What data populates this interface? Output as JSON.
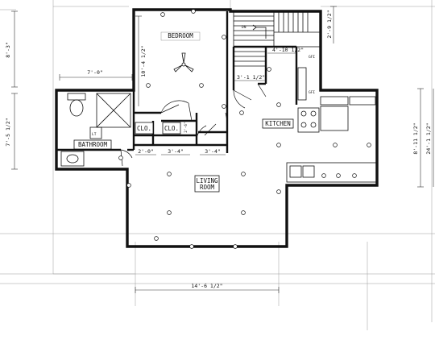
{
  "rooms": {
    "bedroom": "BEDROOM",
    "bathroom": "BATHROOM",
    "kitchen": "KITCHEN",
    "living_line1": "LIVING",
    "living_line2": "ROOM",
    "closet_left": "CLO.",
    "closet_right": "CLO."
  },
  "dimensions": {
    "left_top": "8'-3\"",
    "left_mid": "7'-5 1/2\"",
    "bath_width": "7'-0\"",
    "bedroom_height": "10'-4 1/2\"",
    "stair_width": "4'-10 1/2\"",
    "stair_top": "2'-9 1/2\"",
    "hall": "3'-1 1/2\"",
    "door_a": "2'-0\"",
    "clo_a": "3'-4\"",
    "clo_b": "3'-4\"",
    "clo_c": "2'-6\"",
    "right_inner": "8'-11 1/2\"",
    "right_outer": "24'-1 1/2\"",
    "bottom": "14'-6 1/2\""
  },
  "annotations": {
    "down": "DN",
    "gfi_1": "GFI",
    "gfi_2": "GFI",
    "fixture_tag": "LT"
  },
  "colors": {
    "ink": "#111111",
    "paper": "#ffffff",
    "guide": "#999999"
  }
}
